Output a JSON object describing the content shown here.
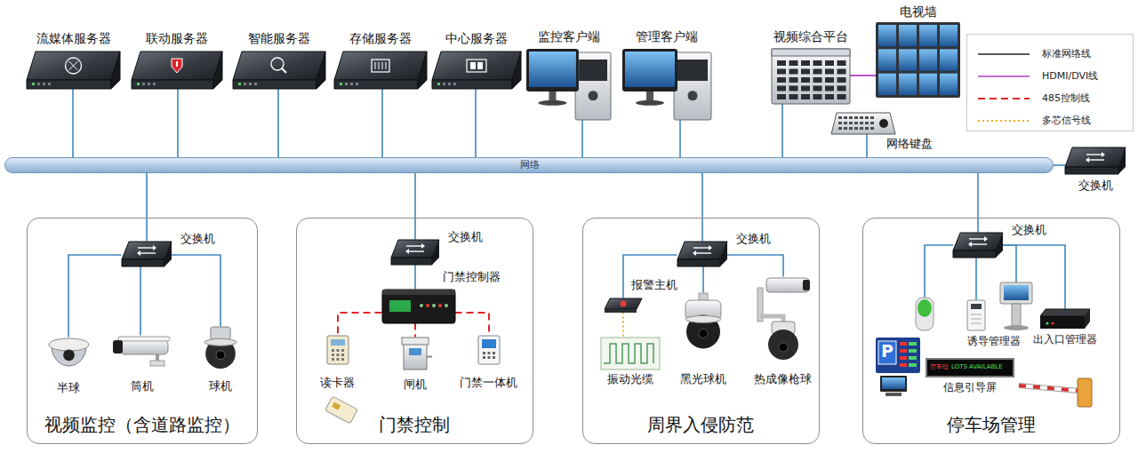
{
  "diagram": {
    "nodes": [
      {
        "text": [
          "流媒体服务器"
        ]
      },
      {
        "text": [
          "联动服务器"
        ]
      },
      {
        "text": [
          "智能服务器"
        ]
      },
      {
        "text": [
          "存储服务器"
        ]
      },
      {
        "text": [
          "中心服务器"
        ]
      },
      {
        "text": [
          "监控客户端"
        ]
      },
      {
        "text": [
          "管理客户端"
        ]
      },
      {
        "text": [
          "视频综合平台"
        ]
      },
      {
        "text": [
          "电视墙"
        ]
      },
      {
        "text": [
          "网络键盘"
        ]
      },
      {
        "text": [
          "网络"
        ]
      },
      {
        "text": [
          "交换机"
        ]
      },
      {
        "text": [
          "视频监控（含道路监控）"
        ]
      },
      {
        "text": [
          "交换机"
        ],
        "in": 12
      },
      {
        "text": [
          "半球"
        ],
        "in": 12
      },
      {
        "text": [
          "筒机"
        ],
        "in": 12
      },
      {
        "text": [
          "球机"
        ],
        "in": 12
      },
      {
        "text": [
          "门禁控制"
        ]
      },
      {
        "text": [
          "交换机"
        ],
        "in": 17
      },
      {
        "text": [
          "门禁控制器"
        ],
        "in": 17
      },
      {
        "text": [
          "读卡器"
        ],
        "in": 17
      },
      {
        "text": [
          "闸机"
        ],
        "in": 17
      },
      {
        "text": [
          "门禁一体机"
        ],
        "in": 17
      },
      {
        "text": [
          "周界入侵防范"
        ]
      },
      {
        "text": [
          "交换机"
        ],
        "in": 23
      },
      {
        "text": [
          "报警主机"
        ],
        "in": 23
      },
      {
        "text": [
          "振动光缆"
        ],
        "in": 23
      },
      {
        "text": [
          "黑光球机"
        ],
        "in": 23
      },
      {
        "text": [
          "热成像枪球"
        ],
        "in": 23
      },
      {
        "text": [
          "停车场管理"
        ]
      },
      {
        "text": [
          "交换机"
        ],
        "in": 29
      },
      {
        "text": [
          "诱导管理器"
        ],
        "in": 29
      },
      {
        "text": [
          "出入口管理器"
        ],
        "in": 29
      },
      {
        "text": [
          "信息引导屏"
        ],
        "in": 29
      }
    ],
    "edges": [
      {
        "from": 0,
        "to": 10,
        "arrow": "none"
      },
      {
        "from": 1,
        "to": 10,
        "arrow": "none"
      },
      {
        "from": 2,
        "to": 10,
        "arrow": "none"
      },
      {
        "from": 3,
        "to": 10,
        "arrow": "none"
      },
      {
        "from": 4,
        "to": 10,
        "arrow": "none"
      },
      {
        "from": 5,
        "to": 10,
        "arrow": "none"
      },
      {
        "from": 6,
        "to": 10,
        "arrow": "none"
      },
      {
        "from": 7,
        "to": 10,
        "arrow": "none"
      },
      {
        "from": 7,
        "to": 8,
        "arrow": "none"
      },
      {
        "from": 9,
        "to": 10,
        "arrow": "none"
      },
      {
        "from": 10,
        "to": 11,
        "arrow": "none"
      },
      {
        "from": 10,
        "to": 13,
        "arrow": "none"
      },
      {
        "from": 13,
        "to": 14,
        "arrow": "none"
      },
      {
        "from": 13,
        "to": 15,
        "arrow": "none"
      },
      {
        "from": 13,
        "to": 16,
        "arrow": "none"
      },
      {
        "from": 10,
        "to": 18,
        "arrow": "none"
      },
      {
        "from": 18,
        "to": 19,
        "arrow": "none"
      },
      {
        "from": 19,
        "to": 20,
        "arrow": "none"
      },
      {
        "from": 19,
        "to": 21,
        "arrow": "none"
      },
      {
        "from": 19,
        "to": 22,
        "arrow": "none"
      },
      {
        "from": 10,
        "to": 24,
        "arrow": "none"
      },
      {
        "from": 24,
        "to": 25,
        "arrow": "none"
      },
      {
        "from": 24,
        "to": 27,
        "arrow": "none"
      },
      {
        "from": 24,
        "to": 28,
        "arrow": "none"
      },
      {
        "from": 25,
        "to": 26,
        "arrow": "none"
      },
      {
        "from": 10,
        "to": 30,
        "arrow": "none"
      },
      {
        "from": 30,
        "to": 31,
        "arrow": "none"
      },
      {
        "from": 30,
        "to": 32,
        "arrow": "none"
      }
    ],
    "labels": [
      "P",
      "空车位",
      "LOTS AVAILABLE"
    ],
    "legend": [
      {
        "text": "标准网络线"
      },
      {
        "text": "HDMI/DVI线"
      },
      {
        "text": "485控制线"
      },
      {
        "text": "多芯信号线"
      }
    ]
  }
}
